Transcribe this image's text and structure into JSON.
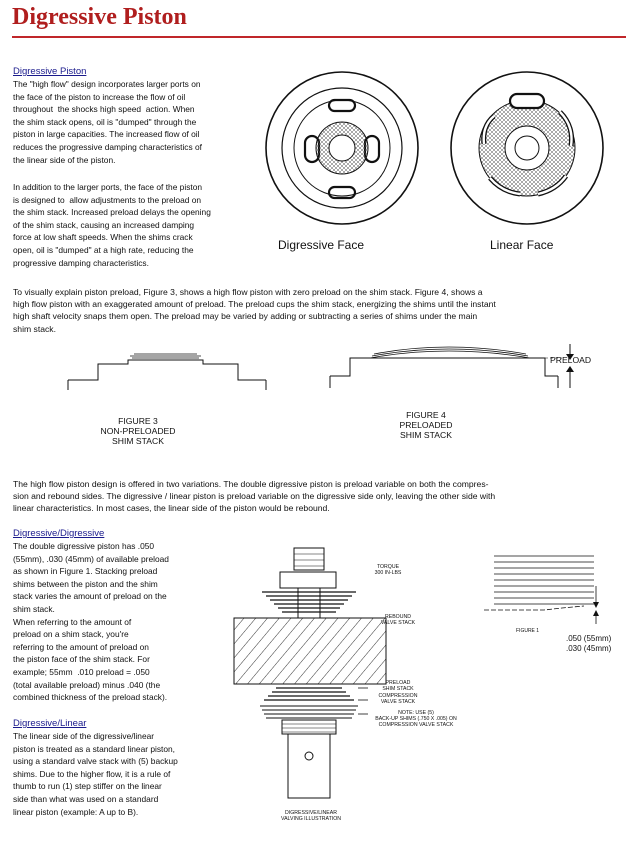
{
  "title": "Digressive Piston",
  "section1": {
    "heading": "Digressive Piston",
    "para1": "The \"high flow\" design incorporates larger ports on\nthe face of the piston to increase the flow of oil\nthroughout  the shocks high speed  action. When\nthe shim stack opens, oil is \"dumped\" through the\npiston in large capacities. The increased flow of oil\nreduces the progressive damping characteristics of\nthe linear side of the piston.",
    "para2": "In addition to the larger ports, the face of the piston\nis designed to  allow adjustments to the preload on\nthe shim stack. Increased preload delays the opening\nof the shim stack, causing an increased damping\nforce at low shaft speeds. When the shims crack\nopen, oil is \"dumped\" at a high rate, reducing the\nprogressive damping characteristics."
  },
  "faces": {
    "digressive_label": "Digressive Face",
    "linear_label": "Linear Face"
  },
  "preload_text": "To visually explain piston preload, Figure 3, shows a high flow piston with zero preload on the shim stack. Figure 4, shows a\nhigh flow piston with an exaggerated amount of preload. The preload cups the shim stack, energizing the shims until the instant\nhigh shaft velocity snaps them open. The preload may be varied by adding or subtracting a series of shims under the main\nshim stack.",
  "figure3": {
    "caption": "FIGURE 3\nNON-PRELOADED\nSHIM STACK"
  },
  "figure4": {
    "caption": "FIGURE 4\nPRELOADED\nSHIM STACK",
    "preload_label": "PRELOAD"
  },
  "variations_text": "The high flow piston design is offered in two variations. The double digressive piston is preload variable on both the compres-\nsion and rebound sides. The digressive / linear piston is preload variable on the digressive side only, leaving the other side with\nlinear characteristics. In most cases, the linear side of the piston would be rebound.",
  "section2": {
    "heading": "Digressive/Digressive",
    "para": "The double digressive piston has .050\n(55mm), .030 (45mm) of available preload\nas shown in Figure 1. Stacking preload\nshims between the piston and the shim\nstack varies the amount of preload on the\nshim stack.\nWhen referring to the amount of\npreload on a shim stack, you're\nreferring to the amount of preload on\nthe piston face of the shim stack. For\nexample; 55mm  .010 preload = .050\n(total available preload) minus .040 (the\ncombined thickness of the preload stack)."
  },
  "section3": {
    "heading": "Digressive/Linear",
    "para": "The linear side of the digressive/linear\npiston is treated as a standard linear piston,\nusing a standard valve stack with (5) backup\nshims. Due to the higher flow, it is a rule of\nthumb to run (1) step stiffer on the linear\nside than what was used on a standard\nlinear piston (example: A up to B)."
  },
  "illustration": {
    "torque": "TORQUE\n300 IN-LBS",
    "rebound": "REBOUND\nVALVE STACK",
    "preload": "PRELOAD\nSHIM STACK",
    "compression": "COMPRESSION\nVALVE STACK",
    "note": "NOTE: USE (5)\nBACK-UP SHIMS (.750 X .005) ON\nCOMPRESSION VALVE STACK",
    "caption": "DIGRESSIVE/LINEAR\nVALVING ILLUSTRATION"
  },
  "figure1": {
    "label": "FIGURE 1",
    "dim1": ".050 (55mm)",
    "dim2": ".030 (45mm)"
  }
}
